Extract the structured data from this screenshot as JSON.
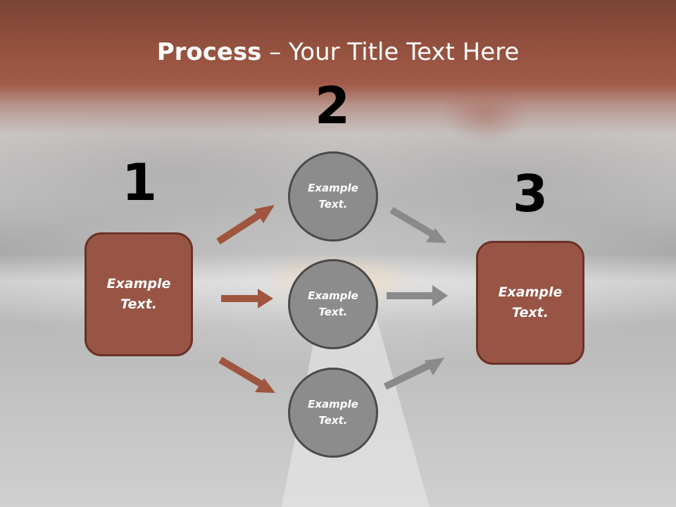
{
  "title": {
    "strong": "Process",
    "rest": " – Your Title Text Here"
  },
  "steps": [
    {
      "number": "1",
      "text": "Example\nText."
    },
    {
      "number": "2",
      "items": [
        "Example\nText.",
        "Example\nText.",
        "Example\nText."
      ]
    },
    {
      "number": "3",
      "text": "Example\nText."
    }
  ],
  "colors": {
    "box_fill": "#985445",
    "box_border": "#6a3127",
    "circle_fill": "#8c8c8c",
    "circle_border": "#4a4a4a",
    "arrow_left": "#a0553f",
    "arrow_right": "#8a8a8a",
    "title_band": "#9a5444"
  }
}
